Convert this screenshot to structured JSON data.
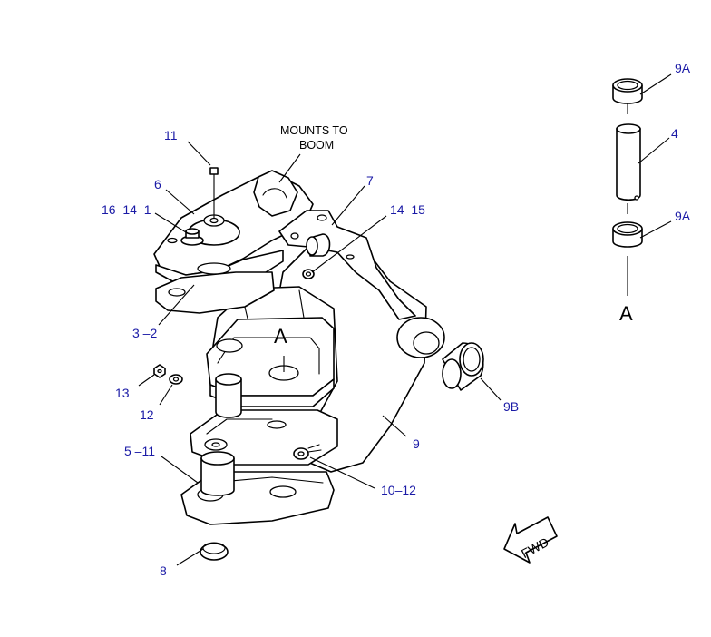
{
  "callouts": {
    "c11": "11",
    "c6": "6",
    "c16_14_1": "16–14–1",
    "c3_2": "3 –2",
    "c7": "7",
    "c14_15": "14–15",
    "c13": "13",
    "c12": "12",
    "c5_11": "5 –11",
    "c8": "8",
    "c9": "9",
    "c9b": "9B",
    "c10_12": "10–12",
    "c9a_top": "9A",
    "c4": "4",
    "c9a_bottom": "9A"
  },
  "notes": {
    "mounts_line1": "MOUNTS TO",
    "mounts_line2": "BOOM"
  },
  "view_labels": {
    "a_on_part": "A",
    "a_detail": "A"
  },
  "direction": {
    "label": "FWD"
  },
  "colors": {
    "callout_text": "#1a1aa6",
    "line": "#000000",
    "background": "#ffffff"
  }
}
